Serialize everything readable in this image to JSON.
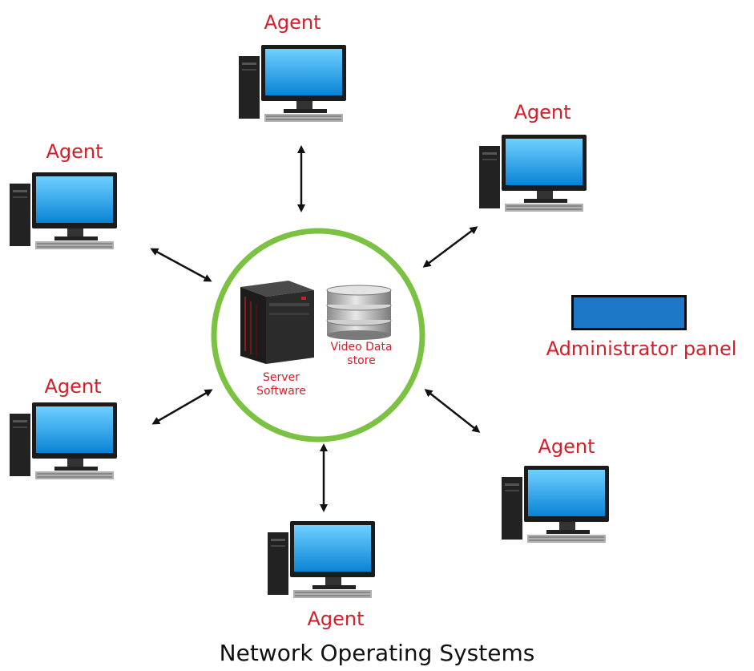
{
  "agents": [
    {
      "label": "Agent"
    },
    {
      "label": "Agent"
    },
    {
      "label": "Agent"
    },
    {
      "label": "Agent"
    },
    {
      "label": "Agent"
    },
    {
      "label": "Agent"
    }
  ],
  "center": {
    "server_label": "Server Software",
    "store_label": "Video Data store"
  },
  "admin": {
    "label": "Administrator panel"
  },
  "title": "Network Operating Systems",
  "colors": {
    "label_red": "#d21f2a",
    "ring_green": "#7cc242",
    "admin_blue": "#1e78c8",
    "screen_blue": "#1aa0e6"
  },
  "icons": {
    "agent": "desktop-computer-icon",
    "server": "server-tower-icon",
    "store": "database-icon"
  }
}
